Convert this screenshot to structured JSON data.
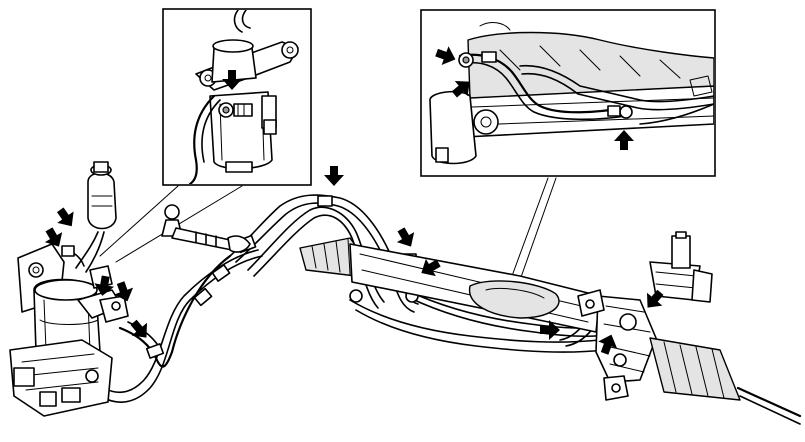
{
  "figure": {
    "kind": "power steering system exploded line drawing",
    "arrow_color": "#000000",
    "line_color": "#000000",
    "background": "#ffffff"
  },
  "callouts": [
    {
      "id": "a1",
      "icon": "arrow-down"
    },
    {
      "id": "a2",
      "icon": "arrow-down"
    },
    {
      "id": "a3",
      "icon": "arrow-down"
    },
    {
      "id": "a4",
      "icon": "arrow-down"
    },
    {
      "id": "a5",
      "icon": "arrow-down"
    },
    {
      "id": "a6",
      "icon": "arrow-down"
    },
    {
      "id": "a7",
      "icon": "arrow-down"
    },
    {
      "id": "a8",
      "icon": "arrow-down"
    },
    {
      "id": "a9",
      "icon": "arrow-right"
    },
    {
      "id": "a10",
      "icon": "arrow-up"
    },
    {
      "id": "a11",
      "icon": "arrow-down"
    },
    {
      "id": "i1",
      "icon": "arrow-down"
    },
    {
      "id": "i2",
      "icon": "arrow-right"
    },
    {
      "id": "i3",
      "icon": "arrow-up"
    },
    {
      "id": "i4",
      "icon": "arrow-up"
    }
  ]
}
